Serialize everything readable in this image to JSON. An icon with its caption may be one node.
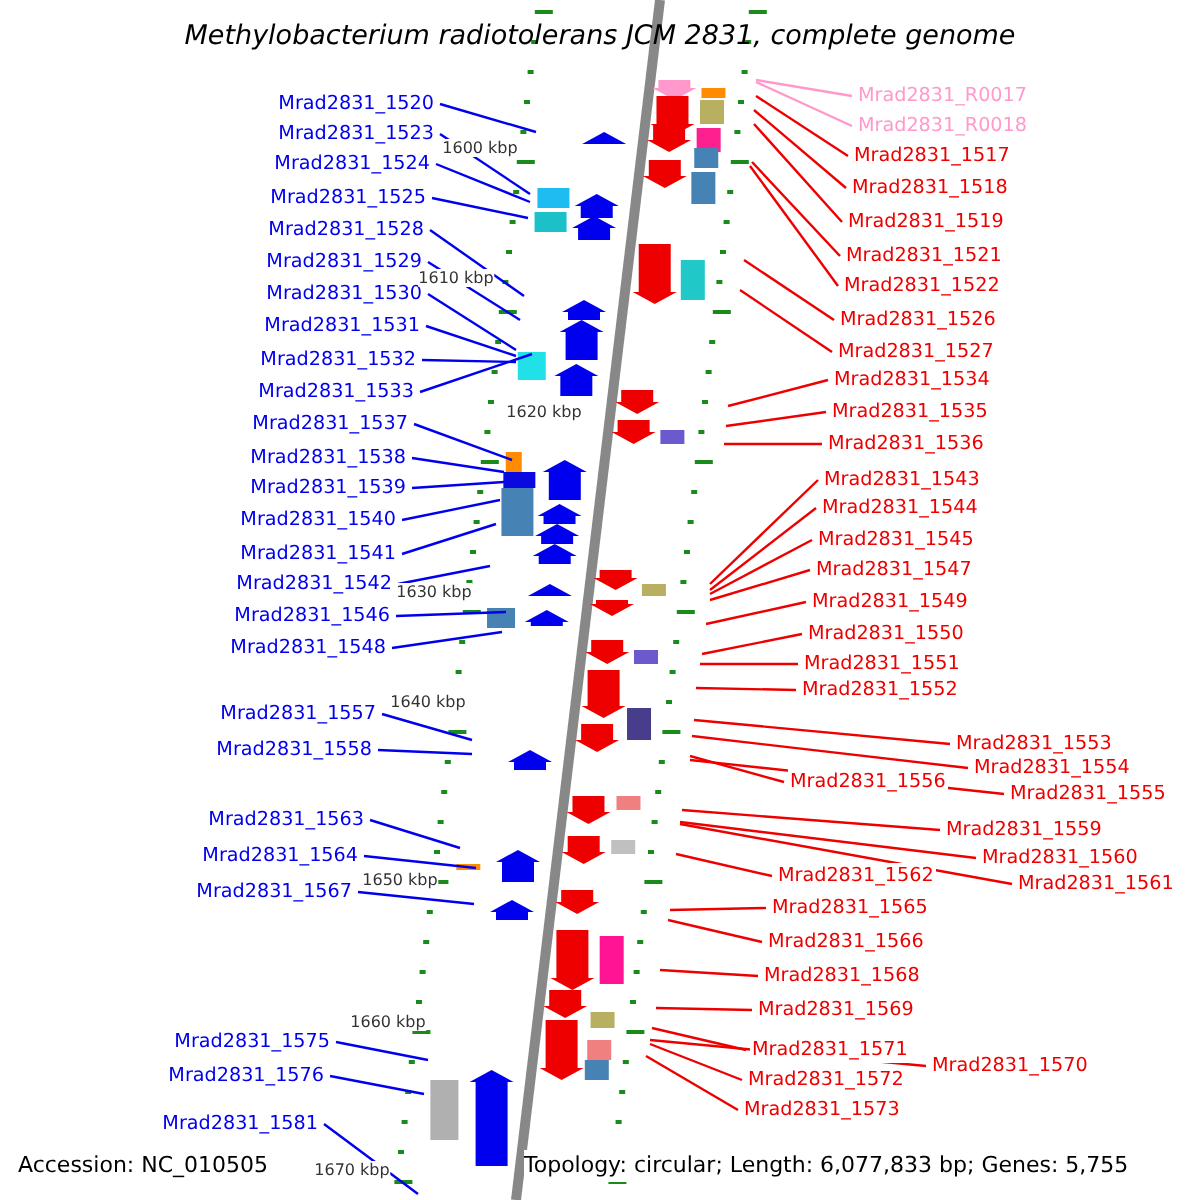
{
  "diagram": {
    "title": "Methylobacterium radiotolerans JCM 2831, complete genome",
    "nodes": [
      {
        "text": [
          "Mrad2831_1520"
        ]
      },
      {
        "text": [
          "Mrad2831_1523"
        ]
      },
      {
        "text": [
          "Mrad2831_1524"
        ]
      },
      {
        "text": [
          "Mrad2831_1525"
        ]
      },
      {
        "text": [
          "Mrad2831_1528"
        ]
      },
      {
        "text": [
          "Mrad2831_1529"
        ]
      },
      {
        "text": [
          "Mrad2831_1530"
        ]
      },
      {
        "text": [
          "Mrad2831_1531"
        ]
      },
      {
        "text": [
          "Mrad2831_1532"
        ]
      },
      {
        "text": [
          "Mrad2831_1533"
        ]
      },
      {
        "text": [
          "Mrad2831_1537"
        ]
      },
      {
        "text": [
          "Mrad2831_1538"
        ]
      },
      {
        "text": [
          "Mrad2831_1539"
        ]
      },
      {
        "text": [
          "Mrad2831_1540"
        ]
      },
      {
        "text": [
          "Mrad2831_1541"
        ]
      },
      {
        "text": [
          "Mrad2831_1542"
        ]
      },
      {
        "text": [
          "Mrad2831_1546"
        ]
      },
      {
        "text": [
          "Mrad2831_1548"
        ]
      },
      {
        "text": [
          "Mrad2831_1557"
        ]
      },
      {
        "text": [
          "Mrad2831_1558"
        ]
      },
      {
        "text": [
          "Mrad2831_1563"
        ]
      },
      {
        "text": [
          "Mrad2831_1564"
        ]
      },
      {
        "text": [
          "Mrad2831_1567"
        ]
      },
      {
        "text": [
          "Mrad2831_1575"
        ]
      },
      {
        "text": [
          "Mrad2831_1576"
        ]
      },
      {
        "text": [
          "Mrad2831_1581"
        ]
      },
      {
        "text": [
          "Mrad2831_R0017"
        ]
      },
      {
        "text": [
          "Mrad2831_R0018"
        ]
      },
      {
        "text": [
          "Mrad2831_1517"
        ]
      },
      {
        "text": [
          "Mrad2831_1518"
        ]
      },
      {
        "text": [
          "Mrad2831_1519"
        ]
      },
      {
        "text": [
          "Mrad2831_1521"
        ]
      },
      {
        "text": [
          "Mrad2831_1522"
        ]
      },
      {
        "text": [
          "Mrad2831_1526"
        ]
      },
      {
        "text": [
          "Mrad2831_1527"
        ]
      },
      {
        "text": [
          "Mrad2831_1534"
        ]
      },
      {
        "text": [
          "Mrad2831_1535"
        ]
      },
      {
        "text": [
          "Mrad2831_1536"
        ]
      },
      {
        "text": [
          "Mrad2831_1543"
        ]
      },
      {
        "text": [
          "Mrad2831_1544"
        ]
      },
      {
        "text": [
          "Mrad2831_1545"
        ]
      },
      {
        "text": [
          "Mrad2831_1547"
        ]
      },
      {
        "text": [
          "Mrad2831_1549"
        ]
      },
      {
        "text": [
          "Mrad2831_1550"
        ]
      },
      {
        "text": [
          "Mrad2831_1551"
        ]
      },
      {
        "text": [
          "Mrad2831_1552"
        ]
      },
      {
        "text": [
          "Mrad2831_1553"
        ]
      },
      {
        "text": [
          "Mrad2831_1554"
        ]
      },
      {
        "text": [
          "Mrad2831_1556"
        ]
      },
      {
        "text": [
          "Mrad2831_1555"
        ]
      },
      {
        "text": [
          "Mrad2831_1559"
        ]
      },
      {
        "text": [
          "Mrad2831_1560"
        ]
      },
      {
        "text": [
          "Mrad2831_1561"
        ]
      },
      {
        "text": [
          "Mrad2831_1562"
        ]
      },
      {
        "text": [
          "Mrad2831_1565"
        ]
      },
      {
        "text": [
          "Mrad2831_1566"
        ]
      },
      {
        "text": [
          "Mrad2831_1568"
        ]
      },
      {
        "text": [
          "Mrad2831_1569"
        ]
      },
      {
        "text": [
          "Mrad2831_1571"
        ]
      },
      {
        "text": [
          "Mrad2831_1570"
        ]
      },
      {
        "text": [
          "Mrad2831_1572"
        ]
      },
      {
        "text": [
          "Mrad2831_1573"
        ]
      }
    ],
    "edges": [
      {
        "from": 0,
        "to": null,
        "arrow": "none",
        "color": "#0000ee"
      },
      {
        "from": 1,
        "to": null,
        "arrow": "none",
        "color": "#0000ee"
      },
      {
        "from": 2,
        "to": null,
        "arrow": "none",
        "color": "#0000ee"
      },
      {
        "from": 3,
        "to": null,
        "arrow": "none",
        "color": "#0000ee"
      },
      {
        "from": 4,
        "to": null,
        "arrow": "none",
        "color": "#0000ee"
      },
      {
        "from": 5,
        "to": null,
        "arrow": "none",
        "color": "#0000ee"
      },
      {
        "from": 6,
        "to": null,
        "arrow": "none",
        "color": "#0000ee"
      },
      {
        "from": 7,
        "to": null,
        "arrow": "none",
        "color": "#0000ee"
      },
      {
        "from": 8,
        "to": null,
        "arrow": "none",
        "color": "#0000ee"
      },
      {
        "from": 9,
        "to": null,
        "arrow": "none",
        "color": "#0000ee"
      },
      {
        "from": 10,
        "to": null,
        "arrow": "none",
        "color": "#0000ee"
      },
      {
        "from": 11,
        "to": null,
        "arrow": "none",
        "color": "#0000ee"
      },
      {
        "from": 12,
        "to": null,
        "arrow": "none",
        "color": "#0000ee"
      },
      {
        "from": 13,
        "to": null,
        "arrow": "none",
        "color": "#0000ee"
      },
      {
        "from": 14,
        "to": null,
        "arrow": "none",
        "color": "#0000ee"
      },
      {
        "from": 15,
        "to": null,
        "arrow": "none",
        "color": "#0000ee"
      },
      {
        "from": 16,
        "to": null,
        "arrow": "none",
        "color": "#0000ee"
      },
      {
        "from": 17,
        "to": null,
        "arrow": "none",
        "color": "#0000ee"
      },
      {
        "from": 18,
        "to": null,
        "arrow": "none",
        "color": "#0000ee"
      },
      {
        "from": 19,
        "to": null,
        "arrow": "none",
        "color": "#0000ee"
      },
      {
        "from": 20,
        "to": null,
        "arrow": "none",
        "color": "#0000ee"
      },
      {
        "from": 21,
        "to": null,
        "arrow": "none",
        "color": "#0000ee"
      },
      {
        "from": 22,
        "to": null,
        "arrow": "none",
        "color": "#0000ee"
      },
      {
        "from": 23,
        "to": null,
        "arrow": "none",
        "color": "#0000ee"
      },
      {
        "from": 24,
        "to": null,
        "arrow": "none",
        "color": "#0000ee"
      },
      {
        "from": 25,
        "to": null,
        "arrow": "none",
        "color": "#0000ee"
      },
      {
        "from": 26,
        "to": null,
        "arrow": "none",
        "color": "#ff99cc"
      },
      {
        "from": 27,
        "to": null,
        "arrow": "none",
        "color": "#ff99cc"
      },
      {
        "from": 28,
        "to": null,
        "arrow": "none"
      },
      {
        "from": 29,
        "to": null,
        "arrow": "none"
      },
      {
        "from": 30,
        "to": null,
        "arrow": "none"
      },
      {
        "from": 31,
        "to": null,
        "arrow": "none"
      },
      {
        "from": 32,
        "to": null,
        "arrow": "none"
      },
      {
        "from": 33,
        "to": null,
        "arrow": "none"
      },
      {
        "from": 34,
        "to": null,
        "arrow": "none"
      },
      {
        "from": 35,
        "to": null,
        "arrow": "none"
      },
      {
        "from": 36,
        "to": null,
        "arrow": "none"
      },
      {
        "from": 37,
        "to": null,
        "arrow": "none"
      },
      {
        "from": 38,
        "to": null,
        "arrow": "none"
      },
      {
        "from": 39,
        "to": null,
        "arrow": "none"
      },
      {
        "from": 40,
        "to": null,
        "arrow": "none"
      },
      {
        "from": 41,
        "to": null,
        "arrow": "none"
      },
      {
        "from": 42,
        "to": null,
        "arrow": "none"
      },
      {
        "from": 43,
        "to": null,
        "arrow": "none"
      },
      {
        "from": 44,
        "to": null,
        "arrow": "none"
      },
      {
        "from": 45,
        "to": null,
        "arrow": "none"
      },
      {
        "from": 46,
        "to": null,
        "arrow": "none"
      },
      {
        "from": 47,
        "to": null,
        "arrow": "none"
      },
      {
        "from": 48,
        "to": null,
        "arrow": "none"
      },
      {
        "from": 49,
        "to": null,
        "arrow": "none"
      },
      {
        "from": 50,
        "to": null,
        "arrow": "none"
      },
      {
        "from": 51,
        "to": null,
        "arrow": "none"
      },
      {
        "from": 52,
        "to": null,
        "arrow": "none"
      },
      {
        "from": 53,
        "to": null,
        "arrow": "none"
      },
      {
        "from": 54,
        "to": null,
        "arrow": "none"
      },
      {
        "from": 55,
        "to": null,
        "arrow": "none"
      },
      {
        "from": 56,
        "to": null,
        "arrow": "none"
      },
      {
        "from": 57,
        "to": null,
        "arrow": "none"
      },
      {
        "from": 58,
        "to": null,
        "arrow": "none"
      },
      {
        "from": 59,
        "to": null,
        "arrow": "none"
      },
      {
        "from": 60,
        "to": null,
        "arrow": "none"
      },
      {
        "from": 61,
        "to": null,
        "arrow": "none"
      }
    ],
    "labels": [
      "1600 kbp",
      "1610 kbp",
      "1620 kbp",
      "1630 kbp",
      "1640 kbp",
      "1650 kbp",
      "1660 kbp",
      "1670 kbp",
      "Accession: NC_010505",
      "Topology: circular; Length: 6,077,833 bp; Genes: 5,755"
    ]
  }
}
